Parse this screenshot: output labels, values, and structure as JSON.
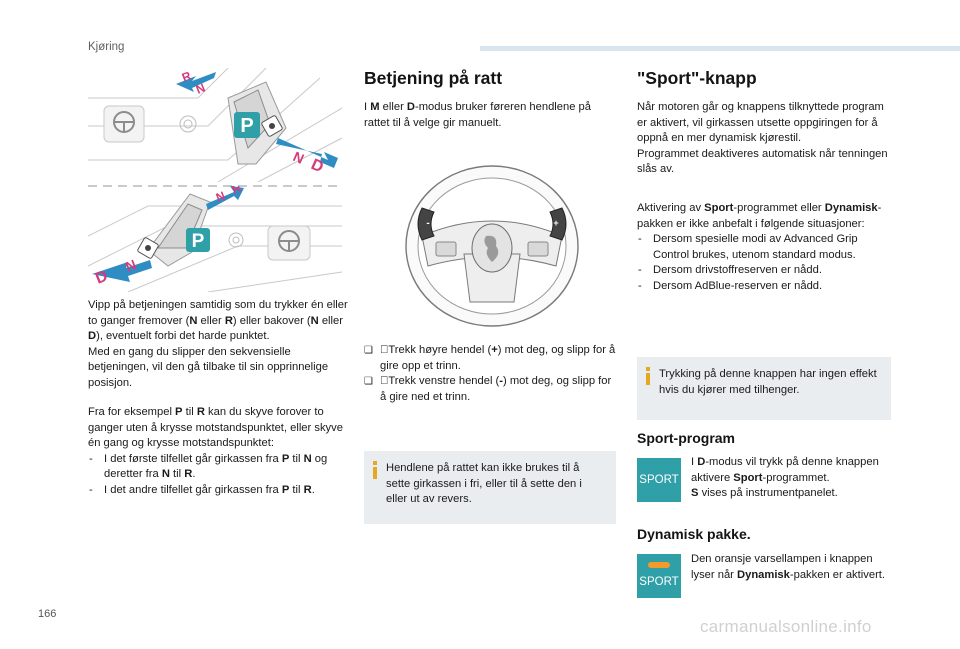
{
  "header": {
    "section": "Kjøring",
    "page_number": "166"
  },
  "watermark": "carmanualsonline.info",
  "left": {
    "gear_letters_top": [
      "R",
      "N",
      "P",
      "N",
      "D"
    ],
    "gear_letters_bottom": [
      "R",
      "N",
      "P",
      "N",
      "D"
    ],
    "para1": [
      "Vipp på betjeningen samtidig som du trykker én eller to ganger fremover (",
      "N",
      " eller ",
      "R",
      ") eller bakover (",
      "N",
      " eller ",
      "D",
      "), eventuelt forbi det harde punktet."
    ],
    "para2": "Med en gang du slipper den sekvensielle betjeningen, vil den gå tilbake til sin opprinnelige posisjon.",
    "para3": [
      "Fra for eksempel ",
      "P",
      " til ",
      "R",
      " kan du skyve forover to ganger uten å krysse motstandspunktet, eller skyve én gang og krysse motstandspunktet:"
    ],
    "items": [
      [
        "I det første tilfellet går girkassen fra ",
        "P",
        " til ",
        "N",
        " og deretter fra ",
        "N",
        " til ",
        "R",
        "."
      ],
      [
        "I det andre tilfellet går girkassen fra ",
        "P",
        " til ",
        "R",
        "."
      ]
    ]
  },
  "middle": {
    "title": "Betjening på ratt",
    "intro": [
      "I ",
      "M",
      " eller ",
      "D",
      "-modus bruker føreren hendlene på rattet til å velge gir manuelt."
    ],
    "wheel_signs": [
      "+",
      "-"
    ],
    "steps": [
      [
        "Trekk høyre hendel (",
        "+",
        ") mot deg, og slipp for å gire opp et trinn."
      ],
      [
        "Trekk venstre hendel (",
        "-",
        ") mot deg, og slipp for å gire ned et trinn."
      ]
    ],
    "info": "Hendlene på rattet kan ikke brukes til å sette girkassen i fri, eller til å sette den i eller ut av revers."
  },
  "right": {
    "title": "\"Sport\"-knapp",
    "intro1": "Når motoren går og knappens tilknyttede program er aktivert, vil girkassen utsette oppgiringen for å oppnå en mer dynamisk kjørestil.",
    "intro2": "Programmet deaktiveres automatisk når tenningen slås av.",
    "activation": [
      "Aktivering av ",
      "Sport",
      "-programmet eller ",
      "Dynamisk",
      "-pakken er ikke anbefalt i følgende situasjoner:"
    ],
    "items": [
      "Dersom spesielle modi av Advanced Grip Control brukes, utenom standard modus.",
      "Dersom drivstoffreserven er nådd.",
      "Dersom AdBlue-reserven er nådd."
    ],
    "info": "Trykking på denne knappen har ingen effekt hvis du kjører med tilhenger.",
    "sport_program": {
      "title": "Sport-program",
      "badge": "SPORT",
      "text1": [
        "I ",
        "D",
        "-modus vil trykk på denne knappen aktivere ",
        "Sport",
        "-programmet."
      ],
      "text2": [
        "S",
        " vises på instrumentpanelet."
      ]
    },
    "dynamic": {
      "title": "Dynamisk pakke.",
      "badge": "SPORT",
      "text": [
        "Den oransje varsellampen i knappen lyser når ",
        "Dynamisk",
        "-pakken er aktivert."
      ]
    }
  },
  "colors": {
    "accent_teal": "#2fa0a8",
    "info_bar": "#e8a722",
    "lamp_orange": "#f39a2a",
    "info_bg": "#eaedef",
    "header_bar": "#d6e5ef",
    "arrow_blue": "#2f8dc4",
    "letter_pink": "#d63a7a"
  }
}
